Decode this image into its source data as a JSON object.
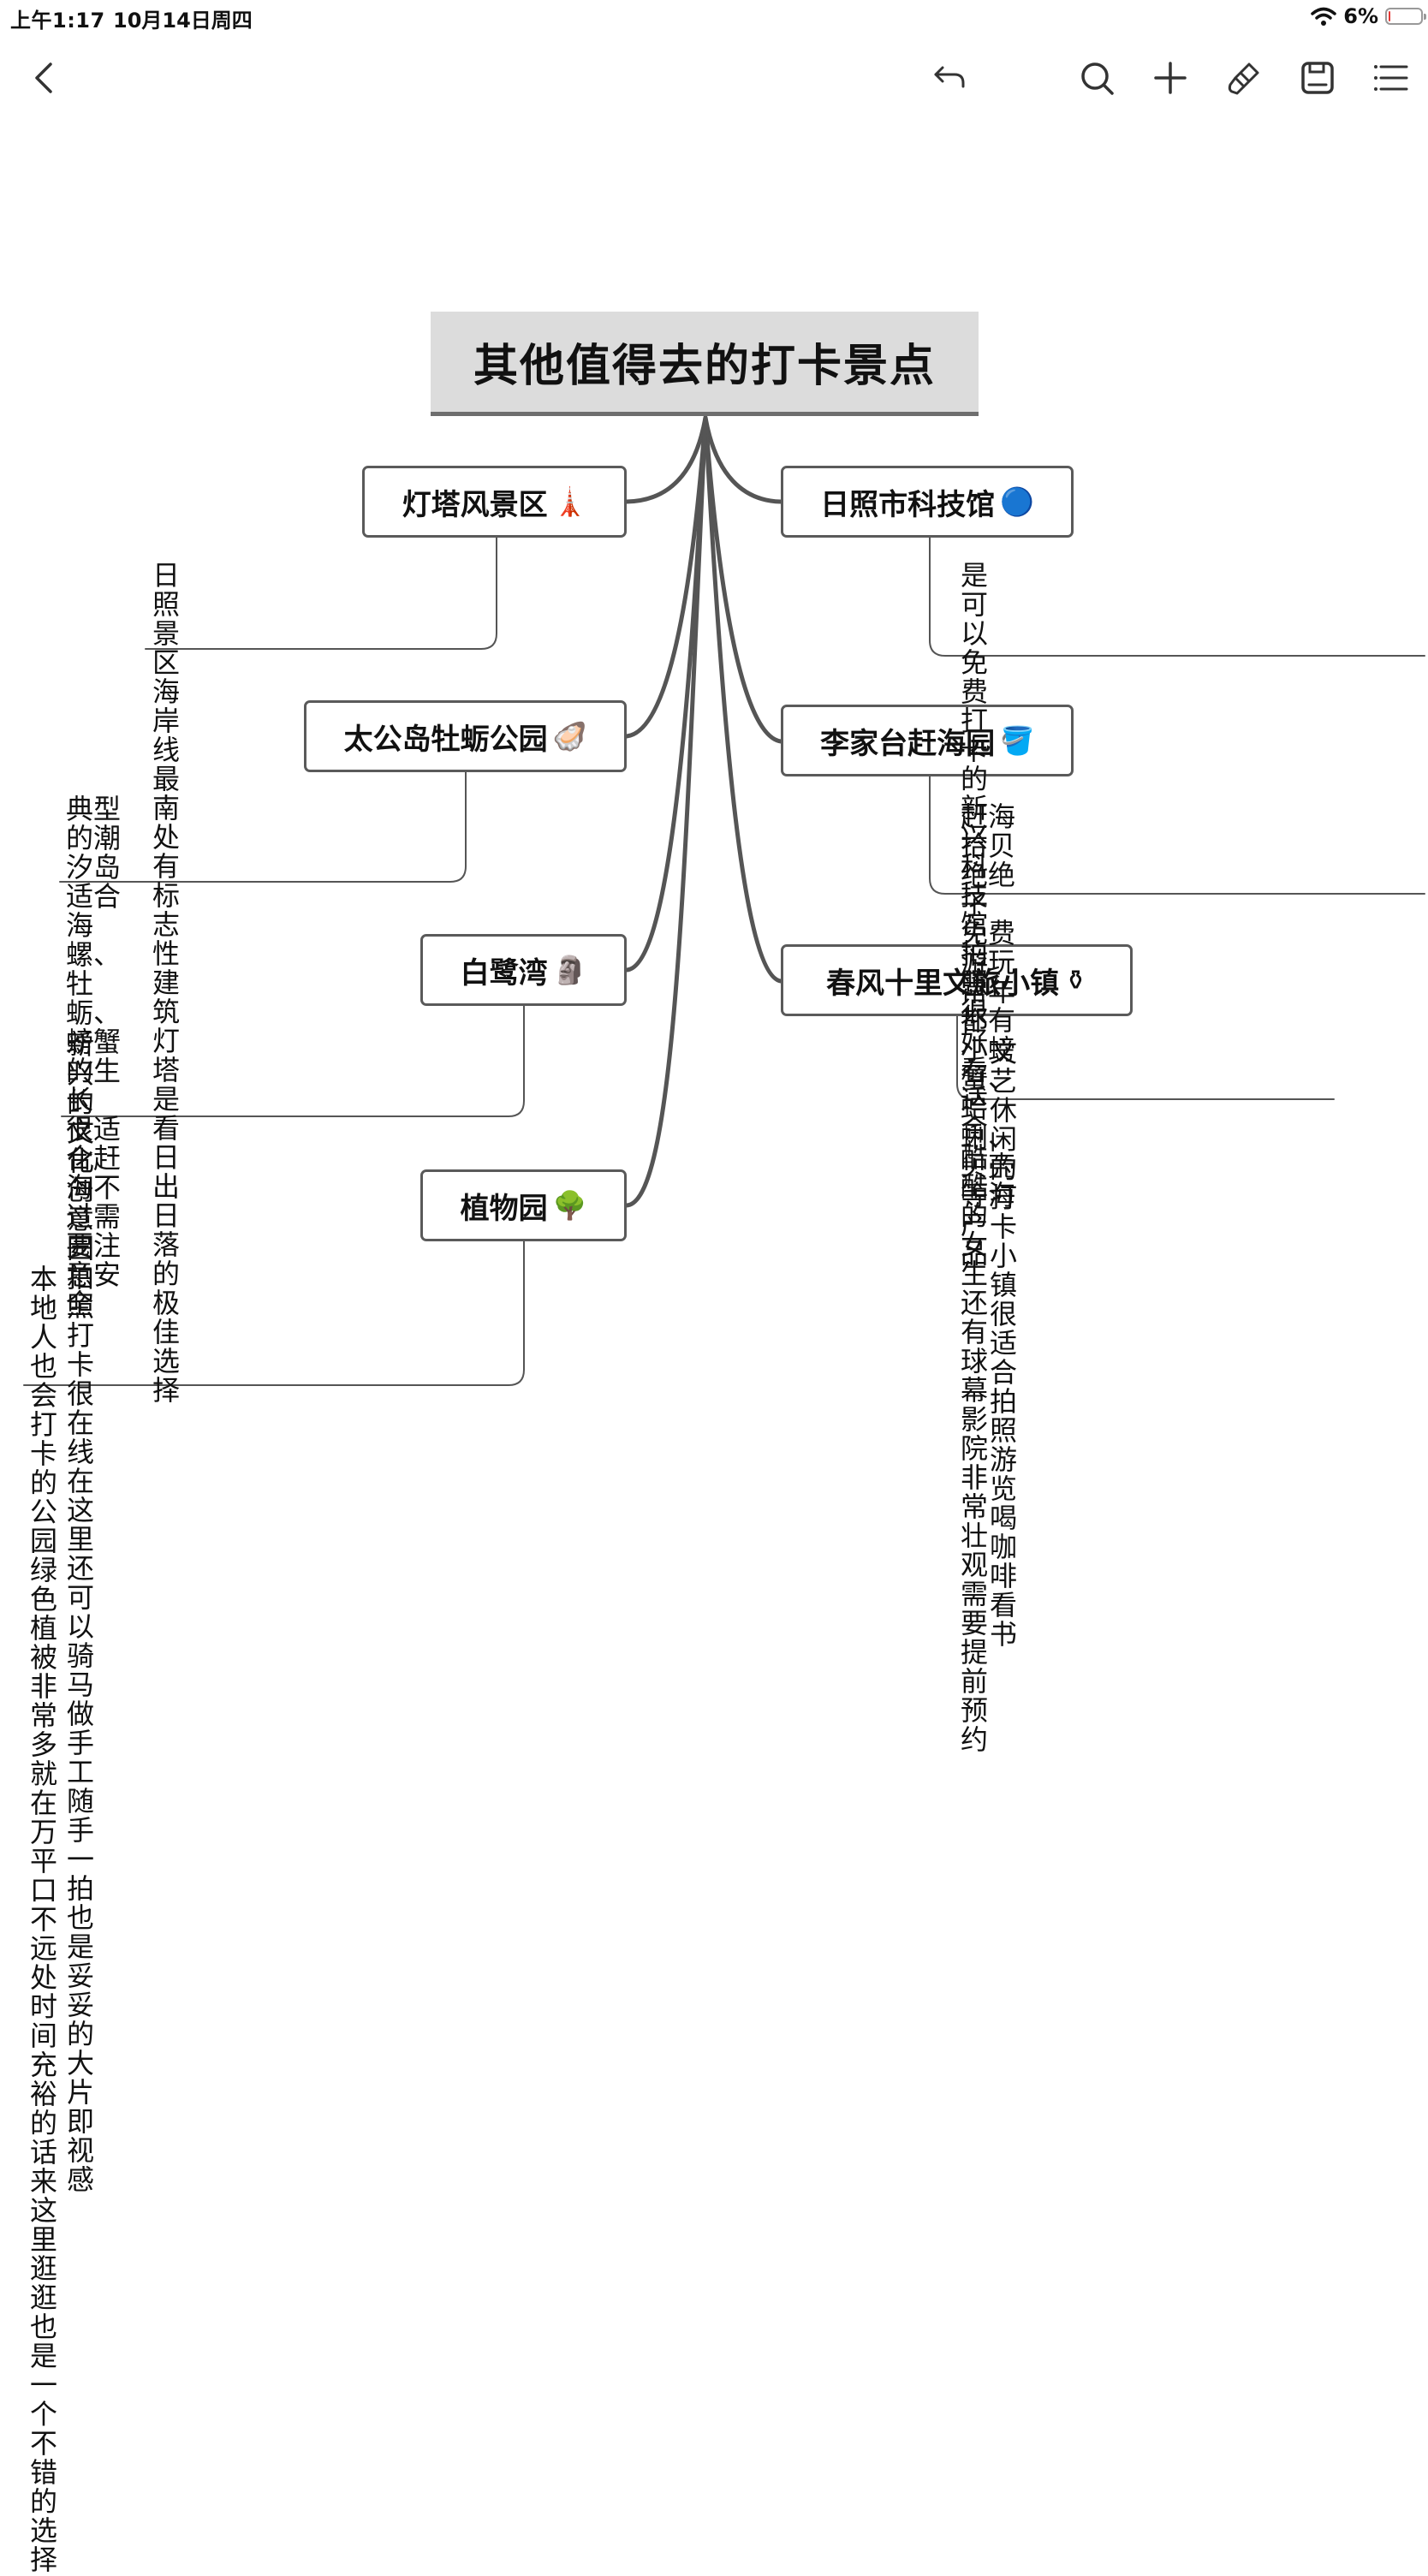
{
  "status_bar": {
    "time": "上午1:17",
    "date": "10月14日周四",
    "battery_percent_label": "6%",
    "battery_level": 0.06,
    "wifi_icon": "wifi-icon"
  },
  "toolbar": {
    "back_icon": "chevron-left-icon",
    "undo_icon": "undo-icon",
    "search_icon": "search-icon",
    "add_icon": "plus-icon",
    "style_icon": "brush-icon",
    "save_icon": "save-icon",
    "menu_icon": "menu-icon"
  },
  "colors": {
    "root_fill": "#dcdcdc",
    "line": "#555555",
    "topic_border": "#5a5a5a",
    "battery_low": "#e53935"
  },
  "mindmap": {
    "root": "其他值得去的打卡景点",
    "topics": [
      {
        "label": "灯塔风景区",
        "emoji": "🗼",
        "note": "日照景区海岸线最南处\n有标志性建筑灯塔\n是看日出日落的极佳选择"
      },
      {
        "label": "日照市科技馆",
        "emoji": "🔵",
        "note": "是可以免费打卡的新兴科技馆\n拍照很好看适合酷酷的女生\n还有球幕影院非常壮观 需要提前预约"
      },
      {
        "label": "太公岛牡蛎公园",
        "emoji": "🦪",
        "note": "典型的潮汐岛\n适合海螺、牡蛎、螃蟹的生长\n很适合赶海不过需要注意安全"
      },
      {
        "label": "李家台赶海园",
        "emoji": "🪣",
        "note": "赶海拾贝绝绝子 免费游玩\n常年都有小螃蟹、蛤蜊、贝壳等海产\n品"
      },
      {
        "label": "白鹭湾",
        "emoji": "🗿",
        "note": "新兴的文化创意园拍照打卡很在线\n在这里还可以骑马做手工\n随手一拍也是妥妥的大片即视感"
      },
      {
        "label": "春风十里文旅小镇",
        "emoji": "⚱",
        "note": "文艺休闲的打卡小镇\n很适合拍照游览喝咖啡看书"
      },
      {
        "label": "植物园",
        "emoji": "🌳",
        "note": "本地人也会打卡的公园\n绿色植被非常多 就在万平口不远处\n时间充裕的话来这里逛逛也是一个不\n错的选择"
      }
    ]
  }
}
